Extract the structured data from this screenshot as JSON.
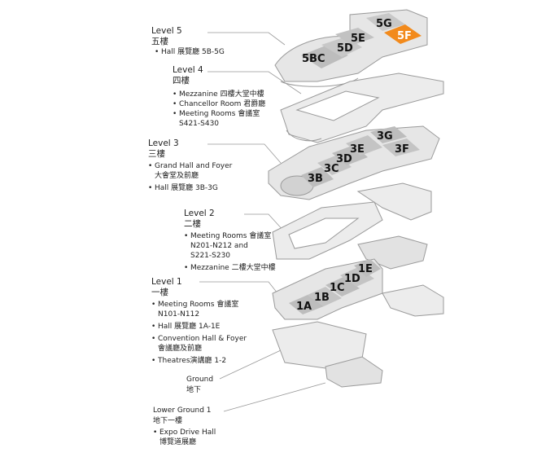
{
  "colors": {
    "building": "#e6e6e6",
    "building_edge": "#9a9a9a",
    "hall": "#bdbdbd",
    "highlight": "#f28a1c",
    "leader": "#999999"
  },
  "levels": [
    {
      "id": "level5",
      "title": "Level 5",
      "title_zh": "五樓",
      "items": [
        {
          "text": "Hall 展覽廳 5B-5G"
        }
      ]
    },
    {
      "id": "level4",
      "title": "Level 4",
      "title_zh": "四樓",
      "items": [
        {
          "text": "Mezzanine 四樓大堂中樓"
        },
        {
          "text": "Chancellor Room 君爵廳"
        },
        {
          "text": "Meeting Rooms 會議室",
          "sub": "S421-S430"
        }
      ]
    },
    {
      "id": "level3",
      "title": "Level 3",
      "title_zh": "三樓",
      "items": [
        {
          "text": "Grand Hall and Foyer",
          "sub": "大會堂及前廳"
        },
        {
          "text": "Hall 展覽廳 3B-3G"
        }
      ]
    },
    {
      "id": "level2",
      "title": "Level 2",
      "title_zh": "二樓",
      "items": [
        {
          "text": "Meeting Rooms 會議室",
          "sub": "N201-N212 and",
          "sub2": "S221-S230"
        },
        {
          "text": "Mezzanine 二樓大堂中樓"
        }
      ]
    },
    {
      "id": "level1",
      "title": "Level 1",
      "title_zh": "一樓",
      "items": [
        {
          "text": "Meeting Rooms 會議室",
          "sub": "N101-N112"
        },
        {
          "text": "Hall 展覽廳 1A-1E"
        },
        {
          "text": "Convention Hall & Foyer",
          "sub": "會議廳及前廳"
        },
        {
          "text": "Theatres演講廳 1-2"
        }
      ]
    },
    {
      "id": "ground",
      "title": "Ground",
      "title_zh": "地下",
      "items": []
    },
    {
      "id": "lowerground",
      "title": "Lower Ground 1",
      "title_zh": "地下一樓",
      "items": [
        {
          "text": "Expo Drive Hall",
          "sub": "博覽道展廳"
        }
      ]
    }
  ],
  "zones": {
    "l5": [
      "5G",
      "5F",
      "5E",
      "5D",
      "5BC"
    ],
    "l3": [
      "3G",
      "3F",
      "3E",
      "3D",
      "3C",
      "3B"
    ],
    "l1": [
      "1E",
      "1D",
      "1C",
      "1B",
      "1A"
    ]
  },
  "highlighted_zone": "5F"
}
